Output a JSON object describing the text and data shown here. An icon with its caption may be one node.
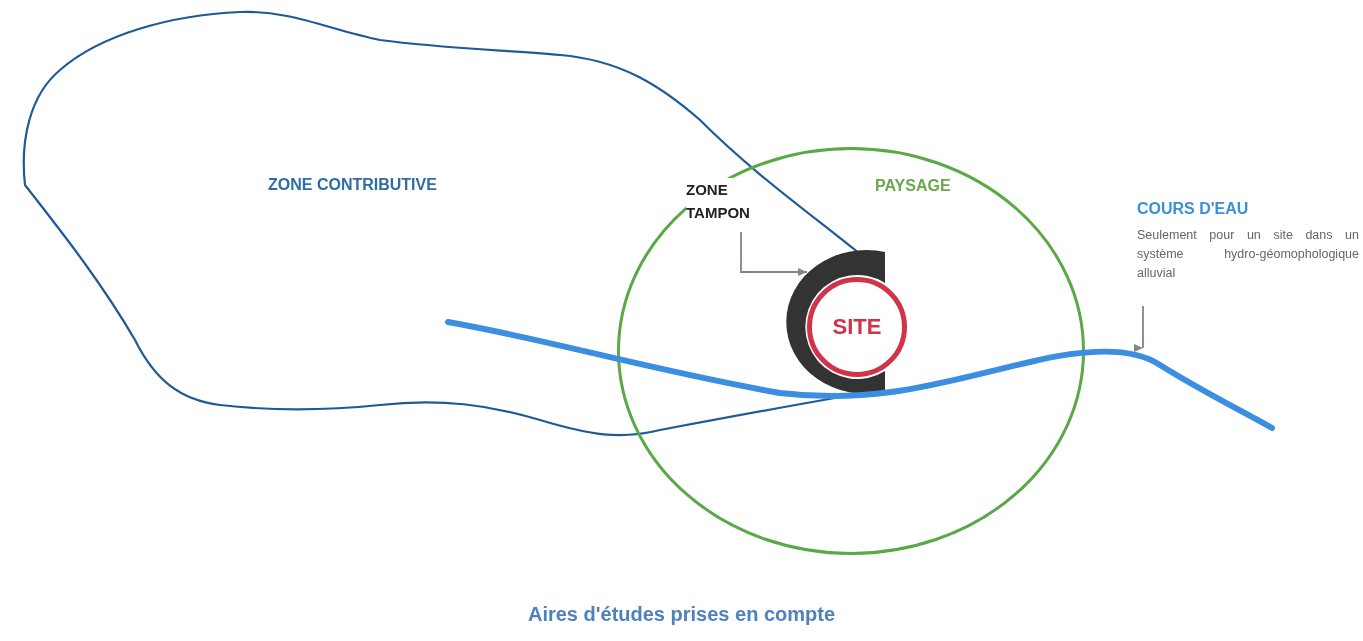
{
  "diagram": {
    "caption": "Aires d'études prises en compte",
    "nodes": [
      {
        "text": [
          "ZONE CONTRIBUTIVE"
        ]
      },
      {
        "text": [
          "PAYSAGE"
        ]
      },
      {
        "text": [
          "ZONE TAMPON"
        ]
      },
      {
        "text": [],
        "shape": "band",
        "in": 1
      },
      {
        "text": [
          "SITE"
        ],
        "in": 1
      },
      {
        "text": [
          "COURS D'EAU",
          "Seulement pour un site dans un système hydro-géomophologique alluvial"
        ]
      },
      {
        "text": [],
        "shape": "line"
      }
    ],
    "edges": [
      {
        "from": 2,
        "to": 3,
        "arrow": "to"
      },
      {
        "from": 5,
        "to": 6,
        "arrow": "to"
      }
    ]
  }
}
